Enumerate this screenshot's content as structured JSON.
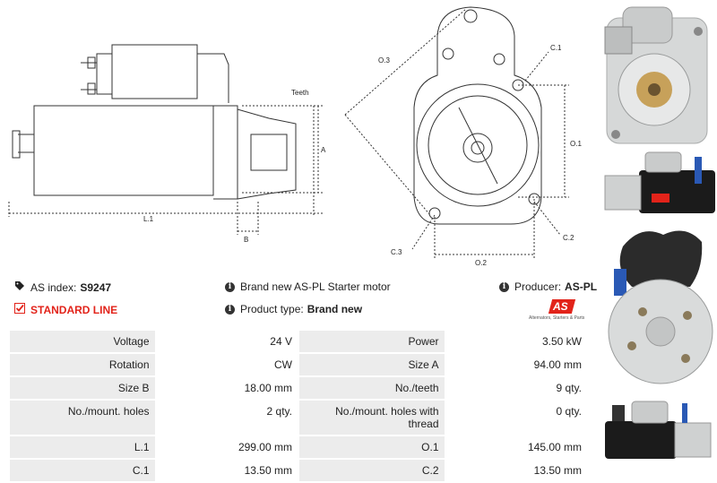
{
  "drawing": {
    "label_teeth": "Teeth",
    "label_a": "A",
    "label_l1": "L.1",
    "label_b": "B",
    "label_o3": "O.3",
    "label_c1": "C.1",
    "label_o1": "O.1",
    "label_c3": "C.3",
    "label_c2": "C.2",
    "label_o2": "O.2"
  },
  "info": {
    "as_index_label": "AS index:",
    "as_index_value": "S9247",
    "standard_line": "STANDARD LINE",
    "description": "Brand new AS-PL Starter motor",
    "product_type_label": "Product type:",
    "product_type_value": "Brand new",
    "producer_label": "Producer:",
    "producer_value": "AS-PL",
    "logo_text": "AS",
    "logo_tagline": "Alternators, Starters & Parts"
  },
  "specs": [
    {
      "l1": "Voltage",
      "v1": "24 V",
      "l2": "Power",
      "v2": "3.50 kW"
    },
    {
      "l1": "Rotation",
      "v1": "CW",
      "l2": "Size A",
      "v2": "94.00 mm"
    },
    {
      "l1": "Size B",
      "v1": "18.00 mm",
      "l2": "No./teeth",
      "v2": "9 qty."
    },
    {
      "l1": "No./mount. holes",
      "v1": "2 qty.",
      "l2": "No./mount. holes with thread",
      "v2": "0 qty."
    },
    {
      "l1": "L.1",
      "v1": "299.00 mm",
      "l2": "O.1",
      "v2": "145.00 mm"
    },
    {
      "l1": "C.1",
      "v1": "13.50 mm",
      "l2": "C.2",
      "v2": "13.50 mm"
    }
  ],
  "colors": {
    "accent": "#e2231a",
    "label_bg": "#ececec"
  }
}
